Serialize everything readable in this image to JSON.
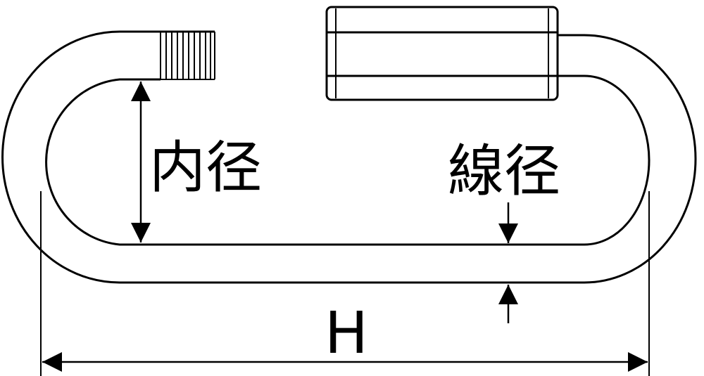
{
  "labels": {
    "inner_diameter": "内径",
    "wire_diameter": "線径",
    "length": "H"
  },
  "colors": {
    "stroke": "#000000",
    "background": "#ffffff"
  }
}
